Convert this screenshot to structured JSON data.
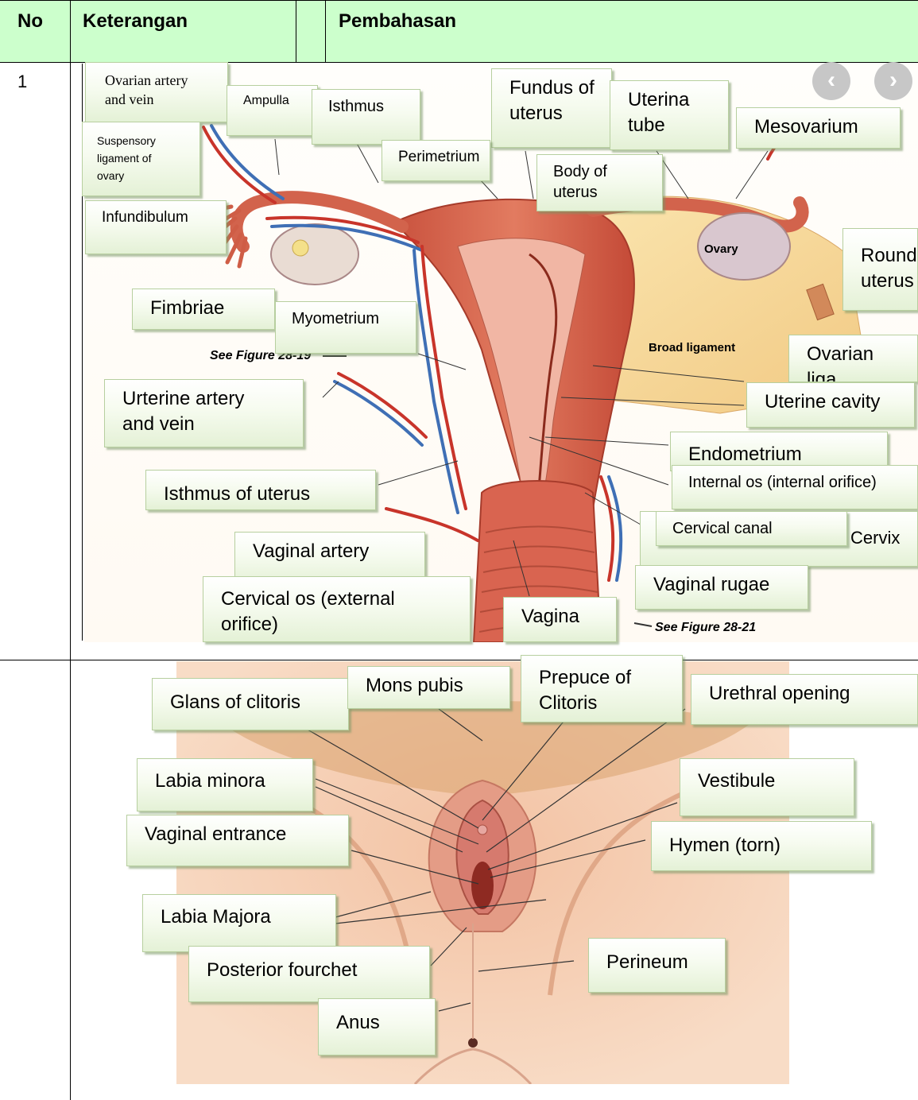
{
  "table": {
    "headers": {
      "no": "No",
      "keterangan": "Keterangan",
      "pembahasan": "Pembahasan"
    },
    "rows": [
      {
        "no": "1"
      },
      {
        "no": ""
      }
    ]
  },
  "figure1": {
    "see_fig_a": "See Figure 28-19",
    "see_fig_b": "See Figure 28-21",
    "ovary_text": "Ovary",
    "broad_ligament_text": "Broad ligament",
    "labels": {
      "ovarian_artery_vein": "Ovarian artery\nand vein",
      "ampulla": "Ampulla",
      "isthmus": "Isthmus",
      "fundus": "Fundus of\nuterus",
      "uterina_tube": "Uterina\ntube",
      "mesovarium": "Mesovarium",
      "suspensory_ligament": "Suspensory\nligament of\novary",
      "perimetrium": "Perimetrium",
      "body_of_uterus": "Body of\nuterus",
      "infundibulum": "Infundibulum",
      "round_uterus": "Round\nuterus",
      "fimbriae": "Fimbriae",
      "myometrium": "Myometrium",
      "ovarian_ligament": "Ovarian liga",
      "uterine_artery_vein": "Urterine artery\nand vein",
      "uterine_cavity": "Uterine cavity",
      "endometrium": "Endometrium",
      "internal_os": "Internal os (internal orifice)",
      "isthmus_uterus": "Isthmus of uterus",
      "cervical_canal": "Cervical canal",
      "cervix": "Cervix",
      "vaginal_artery": "Vaginal artery",
      "vaginal_rugae": "Vaginal rugae",
      "cervical_os": "Cervical os (external\norifice)",
      "vagina": "Vagina"
    }
  },
  "figure2": {
    "labels": {
      "glans_clitoris": "Glans of clitoris",
      "mons_pubis": "Mons pubis",
      "prepuce_clitoris": "Prepuce of\nClitoris",
      "urethral_opening": "Urethral opening",
      "labia_minora": "Labia minora",
      "vestibule": "Vestibule",
      "vaginal_entrance": "Vaginal entrance",
      "hymen": "Hymen (torn)",
      "labia_majora": "Labia Majora",
      "perineum": "Perineum",
      "posterior_fourchet": "Posterior fourchet",
      "anus": "Anus"
    }
  },
  "icons": {
    "prev": "chevron-left-icon",
    "next": "chevron-right-icon"
  },
  "colors": {
    "header_bg": "#ccffcc",
    "label_green": "#e4f1d6"
  }
}
